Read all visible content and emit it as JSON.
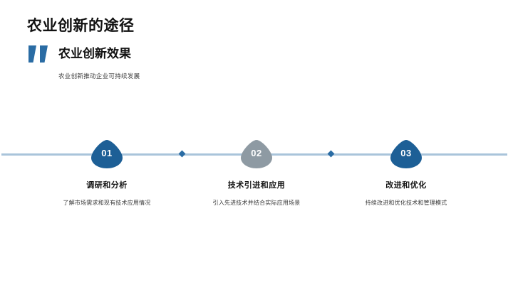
{
  "header": {
    "title": "农业创新的途径",
    "quote_icon": "quote-open-icon",
    "subtitle": "农业创新效果",
    "description": "农业创新推动企业可持续发展"
  },
  "timeline": {
    "axis_color": "#a9c4da",
    "dot_color": "#2a6ca4",
    "steps": [
      {
        "number": "01",
        "title": "调研和分析",
        "description": "了解市场需求和现有技术应用情况",
        "marker_color": "#1d5f96"
      },
      {
        "number": "02",
        "title": "技术引进和应用",
        "description": "引入先进技术并结合实际应用场景",
        "marker_color": "#8e9aa3"
      },
      {
        "number": "03",
        "title": "改进和优化",
        "description": "持续改进和优化技术和管理模式",
        "marker_color": "#1d5f96"
      }
    ]
  }
}
